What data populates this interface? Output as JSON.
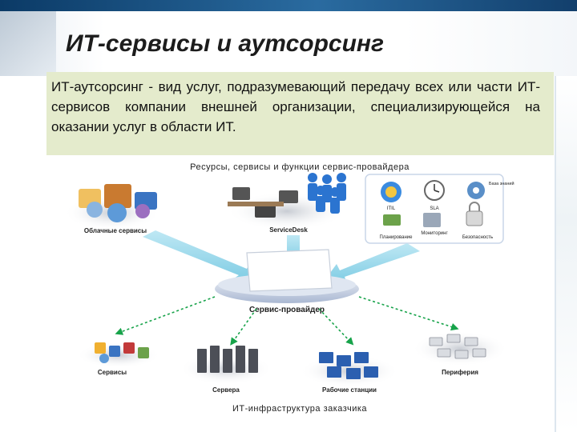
{
  "slide": {
    "title": "ИТ-сервисы и аутсорсинг",
    "definition": "ИТ-аутсорсинг - вид услуг, подразумевающий передачу всех или части ИТ-сервисов компании внешней организации, специализирующейся на оказании услуг в области ИТ."
  },
  "diagram": {
    "top_title": "Ресурсы, сервисы и функции сервис-провайдера",
    "provider_label": "Сервис-провайдер",
    "bottom_title": "ИТ-инфраструктура заказчика",
    "top_groups": [
      {
        "label": "Облачные сервисы"
      },
      {
        "label": "ServiceDesk"
      }
    ],
    "functions": {
      "itil": "ITIL",
      "sla": "SLA",
      "knowledge_base": "База знаний",
      "planning": "Планирование",
      "monitoring": "Мониторинг",
      "security": "Безопасность"
    },
    "bottom_groups": [
      {
        "label": "Сервисы"
      },
      {
        "label": "Сервера"
      },
      {
        "label": "Рабочие станции"
      },
      {
        "label": "Периферия"
      }
    ]
  },
  "colors": {
    "topbar": "#1b4f82",
    "textbox": "#e4ebcc",
    "arrow": "#8fd3e8",
    "platform": "#c9d3e6"
  }
}
